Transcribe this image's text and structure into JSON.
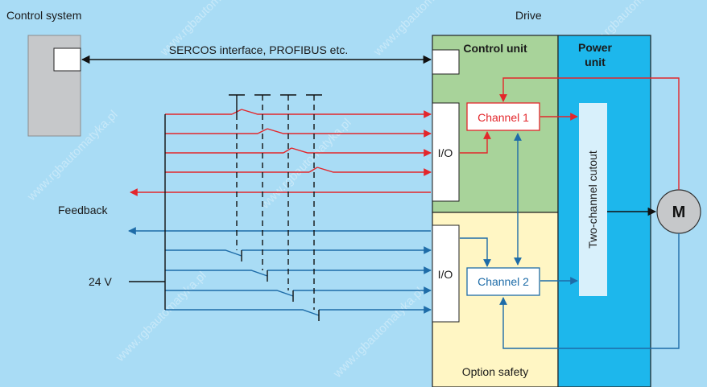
{
  "labels": {
    "control_system": "Control system",
    "drive": "Drive",
    "bus": "SERCOS interface, PROFIBUS etc.",
    "control_unit": "Control unit",
    "power_unit_line1": "Power",
    "power_unit_line2": "unit",
    "io_top": "I/O",
    "io_bottom": "I/O",
    "channel1": "Channel 1",
    "channel2": "Channel 2",
    "cutout": "Two-channel cutout",
    "motor": "M",
    "feedback": "Feedback",
    "voltage": "24 V",
    "option_safety": "Option safety"
  },
  "watermark": "www.rgbautomatyka.pl",
  "colors": {
    "background": "#a9dcf5",
    "control_unit": "#a8d39a",
    "option_safety": "#fff6c4",
    "power_unit": "#1db7ec",
    "red_channel": "#e3262b",
    "blue_channel": "#1e6ca8",
    "controller": "#c6c8ca"
  }
}
